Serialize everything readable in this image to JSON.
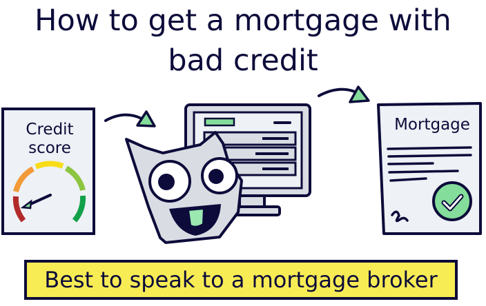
{
  "title": {
    "line1": "How to get a mortgage with",
    "line2": "bad credit"
  },
  "credit_card": {
    "label_line1": "Credit",
    "label_line2": "score"
  },
  "mortgage_doc": {
    "label": "Mortgage"
  },
  "banner": {
    "text": "Best to speak to a mortgage broker"
  },
  "colors": {
    "ink": "#0c0b3a",
    "paper": "#eef1f5",
    "green": "#84dd9a",
    "yellow": "#f8ec55",
    "gauge": [
      "#b22a2a",
      "#f29a38",
      "#f8dc1a",
      "#8cc540",
      "#12a14a"
    ]
  }
}
